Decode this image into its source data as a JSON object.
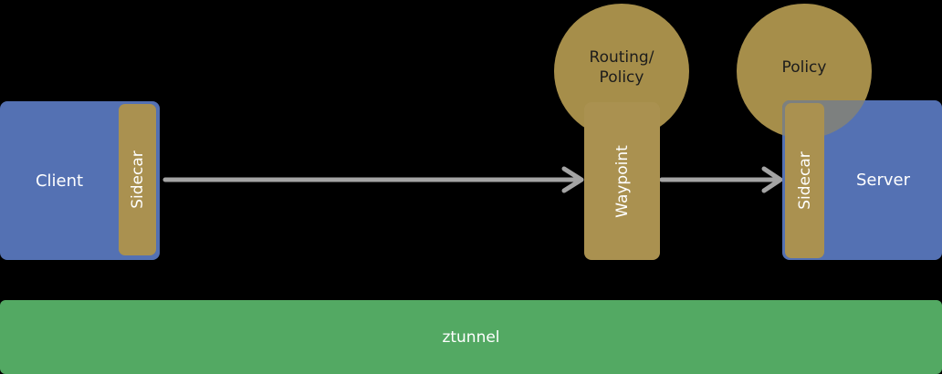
{
  "nodes": {
    "client": {
      "label": "Client"
    },
    "client_sidecar": {
      "label": "Sidecar"
    },
    "waypoint": {
      "label": "Waypoint"
    },
    "waypoint_badge": {
      "line1": "Routing/",
      "line2": "Policy"
    },
    "server": {
      "label": "Server"
    },
    "server_sidecar": {
      "label": "Sidecar"
    },
    "server_badge": {
      "label": "Policy"
    },
    "ztunnel": {
      "label": "ztunnel"
    }
  },
  "edges": [
    {
      "from": "client-sidecar",
      "to": "waypoint"
    },
    {
      "from": "waypoint",
      "to": "server-sidecar"
    }
  ],
  "colors": {
    "app_blue": "#5471b3",
    "proxy_tan": "#aa9150",
    "badge_tan": "#a68e4a",
    "overlap_gray": "#7d807f",
    "ztunnel_green": "#53a963",
    "arrow_gray": "#a4a4a4",
    "label_light": "#ffffff",
    "label_dark": "#1c1c1c",
    "background": "#000000"
  }
}
